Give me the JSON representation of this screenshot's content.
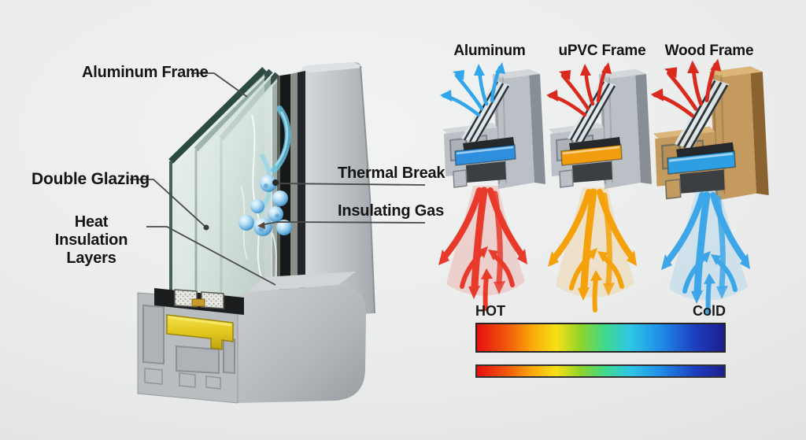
{
  "diagram": {
    "main_labels": {
      "aluminum_frame": "Aluminum Frame",
      "double_glazing": "Double Glazing",
      "heat_insulation_line1": "Heat Insulation",
      "heat_insulation_line2": "Layers",
      "thermal_break": "Thermal Break",
      "insulating_gas": "Insulating Gas"
    },
    "comparison_frames": [
      {
        "label": "Aluminum",
        "escape_arrow_color": "#31a6ec",
        "flow_color": "#e8392b",
        "core_color": "#2e8fde",
        "body_color": "#bac0c5"
      },
      {
        "label": "uPVC Frame",
        "escape_arrow_color": "#da2a1e",
        "flow_color": "#f5a10c",
        "core_color": "#f29d0e",
        "body_color": "#bac0c5"
      },
      {
        "label": "Wood Frame",
        "escape_arrow_color": "#da2a1e",
        "flow_color": "#3da6e8",
        "core_color": "#2e9fe2",
        "body_color": "#c59a5e"
      }
    ],
    "legend": {
      "hot_label": "HOT",
      "cold_label": "ColD",
      "gradient_stops": [
        "#e51010",
        "#f2570b",
        "#f9a609",
        "#f8e016",
        "#8fd42a",
        "#3ed98e",
        "#2ec6e6",
        "#1f8fe8",
        "#1d3fc0",
        "#1b1f8f"
      ]
    },
    "window_parts_colors": {
      "thermal_break_strip": "#e6cd25",
      "glass_edge": "#31514a",
      "aluminum_profile": "#b9bdc0",
      "gas_bubble": "#5ba3d8"
    }
  }
}
